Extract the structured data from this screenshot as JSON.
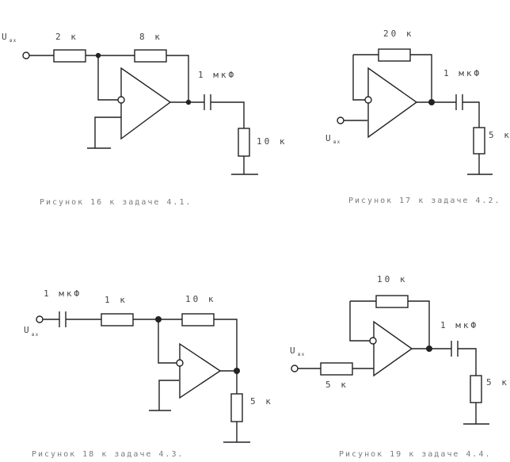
{
  "figures": [
    {
      "caption": "Рисунок 16 к задаче 4.1.",
      "input_label": "U",
      "input_sub": "вх",
      "labels": {
        "r_in": "2 к",
        "r_fb": "8 к",
        "cap": "1 мкФ",
        "r_load": "10 к"
      }
    },
    {
      "caption": "Рисунок 17 к задаче 4.2.",
      "input_label": "U",
      "input_sub": "вх",
      "labels": {
        "r_fb": "20 к",
        "cap": "1 мкФ",
        "r_load": "5 к"
      }
    },
    {
      "caption": "Рисунок 18 к задаче 4.3.",
      "input_label": "U",
      "input_sub": "вх",
      "labels": {
        "cap": "1 мкФ",
        "r_in": "1 к",
        "r_fb": "10 к",
        "r_load": "5 к"
      }
    },
    {
      "caption": "Рисунок 19 к задаче 4.4.",
      "input_label": "U",
      "input_sub": "вх",
      "labels": {
        "r_fb": "10 к",
        "cap": "1 мкФ",
        "r_in": "5 к",
        "r_load": "5 к"
      }
    }
  ],
  "colors": {
    "wire": "#222222",
    "text": "#444444",
    "caption": "#7a7a7a",
    "background": "#ffffff"
  }
}
